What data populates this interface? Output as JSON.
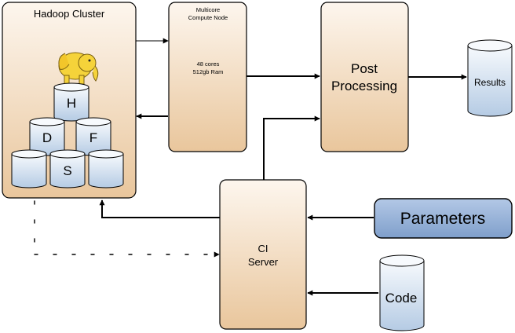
{
  "hadoop_cluster": {
    "label": "Hadoop Cluster",
    "letters": [
      "H",
      "D",
      "F",
      "S"
    ]
  },
  "compute_node": {
    "title_line1": "Multicore",
    "title_line2": "Compute Node",
    "spec_line1": "48 cores",
    "spec_line2": "512gb Ram"
  },
  "post_processing": {
    "line1": "Post",
    "line2": "Processing"
  },
  "results": {
    "label": "Results"
  },
  "ci_server": {
    "line1": "CI",
    "line2": "Server"
  },
  "parameters": {
    "label": "Parameters"
  },
  "code": {
    "label": "Code"
  },
  "colors": {
    "box_top": "#FDF6EE",
    "box_bottom": "#E9C69C",
    "cylinder_top": "#F7FAFD",
    "cylinder_bottom": "#B5CBE4",
    "parameters_fill": "#8BA9D1",
    "mascot": "#F5D33A"
  },
  "icons": {
    "mascot": "hadoop-elephant-icon"
  }
}
